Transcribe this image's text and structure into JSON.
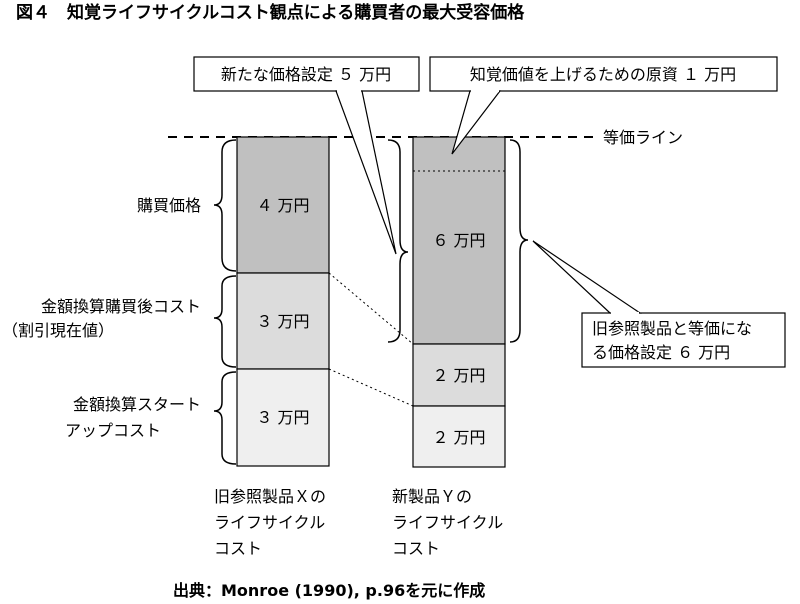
{
  "title": "図４　知覚ライフサイクルコスト観点による購買者の最大受容価格",
  "callouts": {
    "new_price": "新たな価格設定 ５ 万円",
    "raw_material": "知覚価値を上げるための原資 １ 万円",
    "equal_price_box": [
      "旧参照製品と等価にな",
      "る価格設定 ６ 万円"
    ]
  },
  "equal_line_label": "等価ライン",
  "left_labels": {
    "purchase_price": "購買価格",
    "post_cost": [
      "金額換算購買後コスト",
      "（割引現在値）"
    ],
    "startup_cost": [
      "金額換算スタート",
      "アップコスト"
    ]
  },
  "bars": {
    "x": {
      "segments": [
        {
          "label": "３ 万円",
          "value": 3
        },
        {
          "label": "３ 万円",
          "value": 3
        },
        {
          "label": "４ 万円",
          "value": 4
        }
      ],
      "caption": [
        "旧参照製品Ｘの",
        "ライフサイクル",
        "コスト"
      ]
    },
    "y": {
      "segments": [
        {
          "label": "２ 万円",
          "value": 2
        },
        {
          "label": "２ 万円",
          "value": 2
        },
        {
          "label": "６ 万円",
          "value": 6
        }
      ],
      "caption": [
        "新製品Ｙの",
        "ライフサイクル",
        "コスト"
      ]
    }
  },
  "source": "出典：Monroe (1990), p.96を元に作成",
  "colors": {
    "startup": "#efefef",
    "post": "#dcdcdc",
    "price": "#c0c0c0",
    "border": "#000000"
  }
}
